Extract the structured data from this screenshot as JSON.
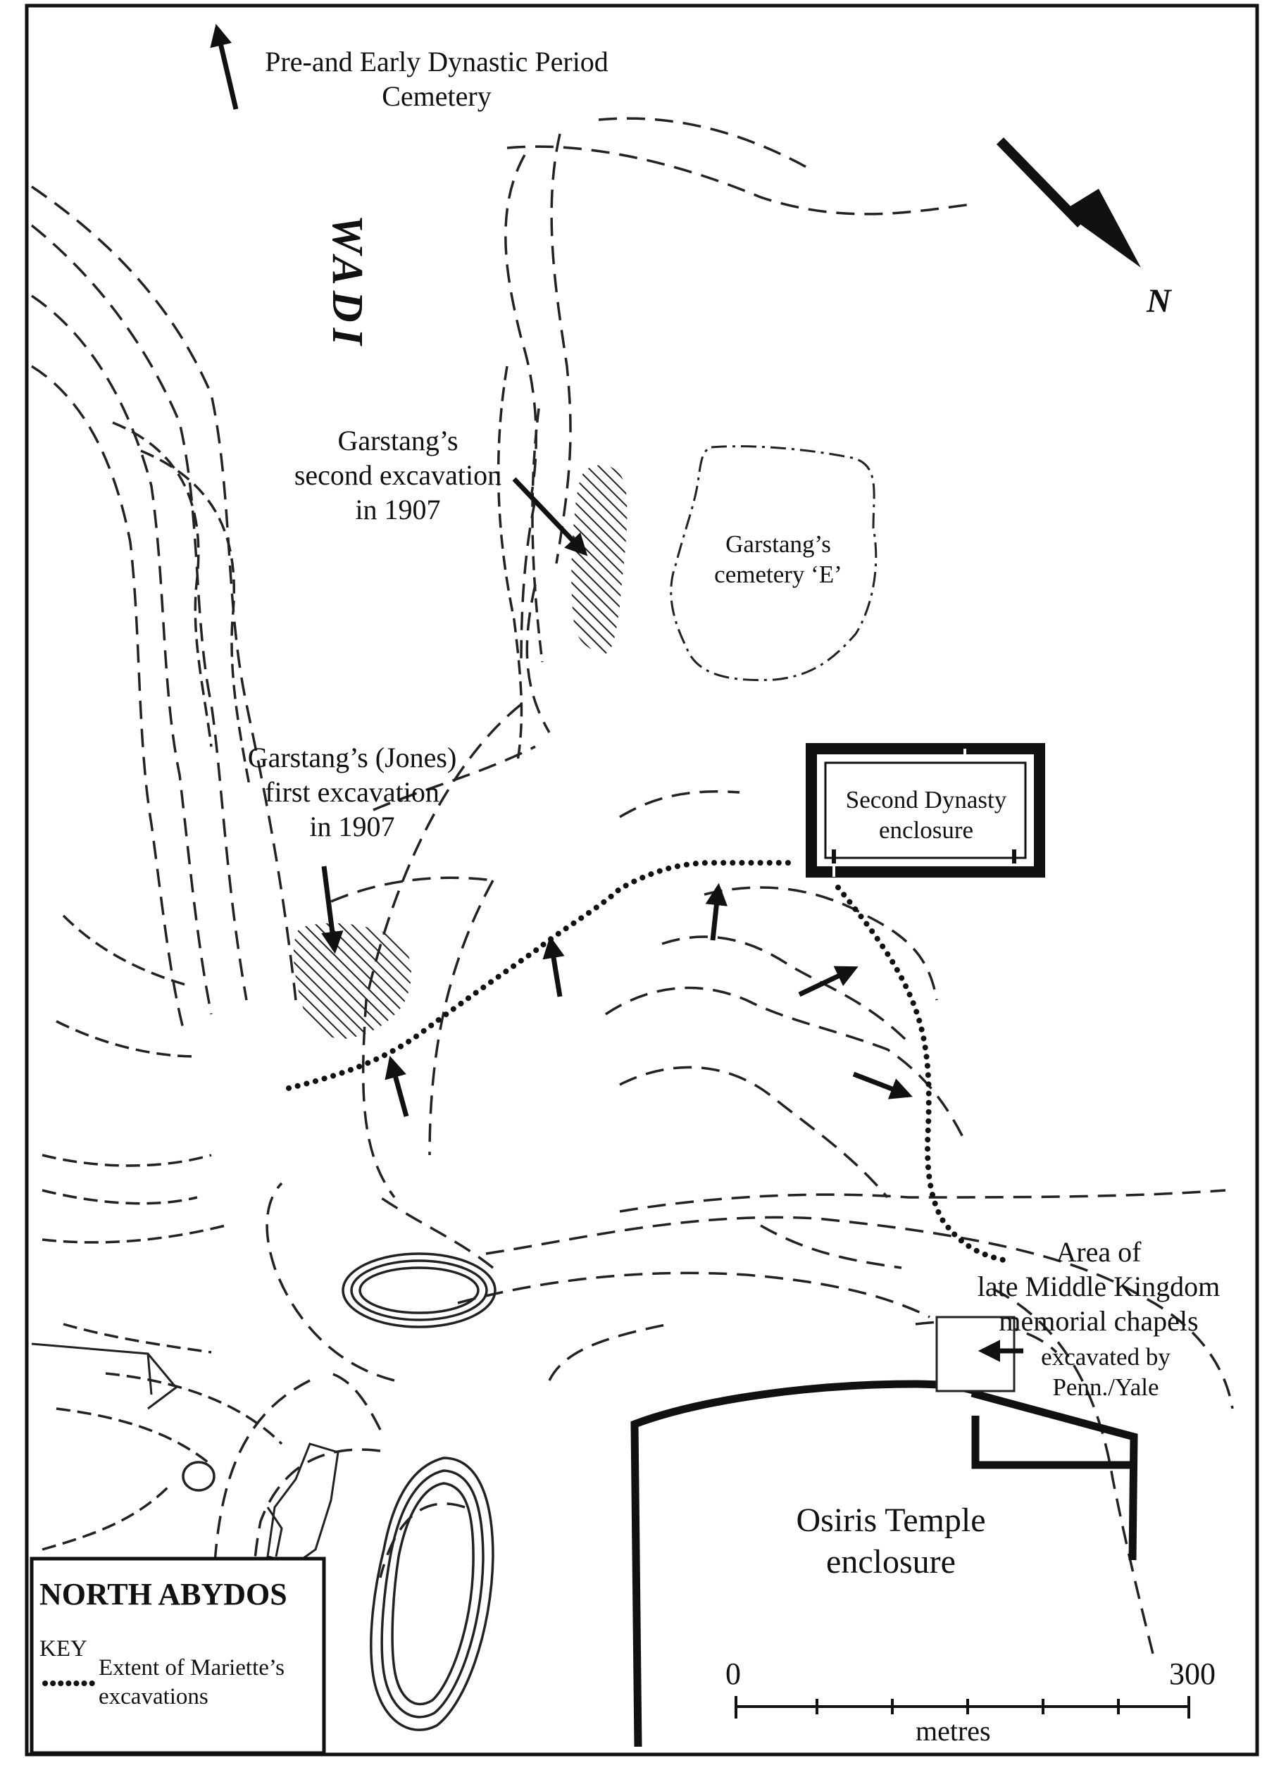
{
  "map": {
    "title": "NORTH ABYDOS",
    "north_label": "N",
    "labels": {
      "pre_dynastic": [
        "Pre-and Early Dynastic Period",
        "Cemetery"
      ],
      "wadi": "WADI",
      "garstang_second": [
        "Garstang’s",
        "second excavation",
        "in 1907"
      ],
      "cemetery_e": [
        "Garstang’s",
        "cemetery ‘E’"
      ],
      "garstang_first": [
        "Garstang’s (Jones)",
        "first excavation",
        "in 1907"
      ],
      "second_dynasty": [
        "Second Dynasty",
        "enclosure"
      ],
      "middle_kingdom": [
        "Area of",
        "late Middle Kingdom",
        "memorial chapels",
        "excavated by",
        "Penn./Yale"
      ],
      "osiris": [
        "Osiris Temple",
        "enclosure"
      ]
    },
    "key": {
      "heading": "KEY",
      "item": [
        "Extent of Mariette’s",
        "excavations"
      ]
    },
    "scale": {
      "start": "0",
      "end": "300",
      "unit": "metres"
    }
  }
}
